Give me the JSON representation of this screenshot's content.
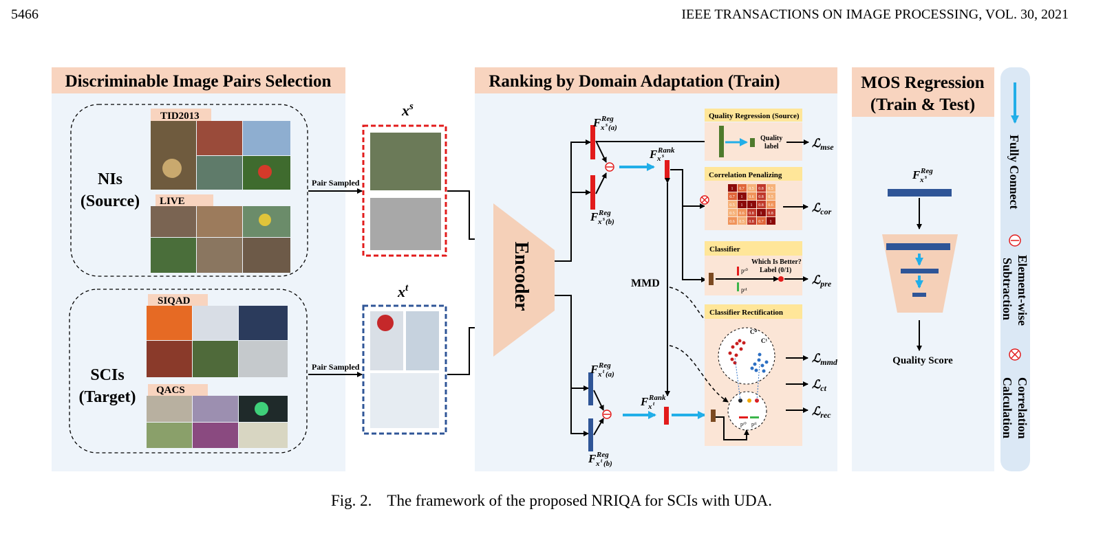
{
  "header": {
    "page_number": "5466",
    "journal": "IEEE TRANSACTIONS ON IMAGE PROCESSING, VOL. 30, 2021"
  },
  "sections": {
    "selection_title": "Discriminable Image Pairs Selection",
    "ranking_title": "Ranking by Domain Adaptation (Train)",
    "mos_title_line1": "MOS Regression",
    "mos_title_line2": "(Train & Test)"
  },
  "source": {
    "line1": "NIs",
    "line2": "(Source)",
    "dataset1": "TID2013",
    "dataset2": "LIVE"
  },
  "target": {
    "line1": "SCIs",
    "line2": "(Target)",
    "dataset1": "SIQAD",
    "dataset2": "QACS"
  },
  "pair_sampled": "Pair Sampled",
  "xs": {
    "base": "x",
    "sup": "s"
  },
  "xt": {
    "base": "x",
    "sup": "t"
  },
  "encoder": "Encoder",
  "mmd": "MMD",
  "features": {
    "reg_sup": "Reg",
    "rank_sup": "Rank",
    "base": "F",
    "xs_a_sub": "x",
    "xs_a_subsup": "s",
    "xs_a_tail": "(a)",
    "b_tail": "(b)",
    "t": "t",
    "s": "s"
  },
  "boxes": {
    "quality_regression": "Quality Regression (Source)",
    "quality_label_1": "Quality",
    "quality_label_2": "label",
    "correlation": "Correlation  Penalizing",
    "classifier": "Classifier",
    "which_better_1": "Which Is Better?",
    "which_better_2": "Label (0/1)",
    "rectification": "Classifier Rectification",
    "p_s0": "pˢ⁰",
    "p_s1": "pˢ¹",
    "p_t0": "pᵗ⁰",
    "p_t1": "pᵗ¹",
    "c0": "C⁰",
    "c1": "C¹"
  },
  "losses": {
    "L": "ℒ",
    "mse": "mse",
    "cor": "cor",
    "pre": "pre",
    "mmd": "mmd",
    "ct": "ct",
    "rec": "rec"
  },
  "quality_score": "Quality Score",
  "legend": {
    "fc": "Fully Connect",
    "sub1": "Element-wise",
    "sub2": "Subtraction",
    "corr1": "Correlation",
    "corr2": "Calculation"
  },
  "corr_matrix": [
    [
      "1",
      "0.7",
      "0.5",
      "0.8",
      "0.5"
    ],
    [
      "0.7",
      "1",
      "0.6",
      "0.8",
      "0.5"
    ],
    [
      "0.5",
      "1",
      "1",
      "0.8",
      "0.6"
    ],
    [
      "0.5",
      "0.6",
      "0.8",
      "1",
      "0.8"
    ],
    [
      "0.6",
      "0.5",
      "0.8",
      "0.7",
      "1"
    ]
  ],
  "caption": {
    "label": "Fig. 2.",
    "text": "The framework of the proposed NRIQA for SCIs with UDA."
  },
  "colors": {
    "section_header": "#f8d4bf",
    "panel_bg": "#eef4fa",
    "encoder": "#f5d0b8",
    "fc_arrow": "#22aee8",
    "red": "#e21b1b",
    "blue_bar": "#2f5597",
    "green_bar": "#4e7a2c",
    "brown_bar": "#7b4a21"
  }
}
